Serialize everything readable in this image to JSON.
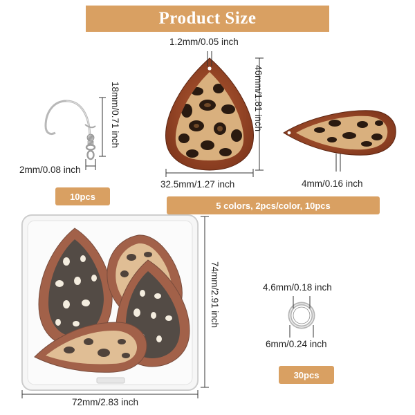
{
  "title": "Product Size",
  "hook": {
    "height_label": "18mm/0.71 inch",
    "wire_label": "2mm/0.08 inch",
    "quantity_label": "10pcs"
  },
  "teardrop": {
    "hole_label": "1.2mm/0.05 inch",
    "height_label": "46mm/1.81 inch",
    "width_label": "32.5mm/1.27 inch",
    "thickness_label": "4mm/0.16 inch",
    "quantity_label": "5 colors, 2pcs/color, 10pcs"
  },
  "box": {
    "height_label": "74mm/2.91 inch",
    "width_label": "72mm/2.83 inch"
  },
  "jump_ring": {
    "inner_label": "4.6mm/0.18 inch",
    "outer_label": "6mm/0.24 inch",
    "quantity_label": "30pcs"
  },
  "colors": {
    "banner": "#d9a062",
    "wood": "#8e3f22",
    "leopard_base": "#d9b07e",
    "spot": "#2a1a10"
  }
}
